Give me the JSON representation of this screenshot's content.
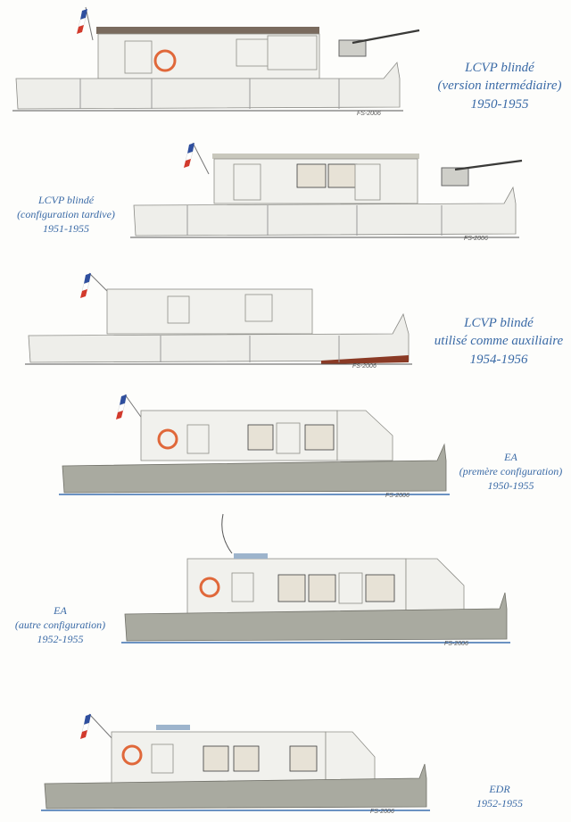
{
  "plates": [
    {
      "caption_lines": [
        "LCVP blindé",
        "(version intermédiaire)",
        "1950-1955"
      ],
      "credit": "FS-2006"
    },
    {
      "caption_lines": [
        "LCVP blindé",
        "(configuration tardive)",
        "1951-1955"
      ],
      "credit": "FS-2006"
    },
    {
      "caption_lines": [
        "LCVP blindé",
        "utilisé comme auxiliaire",
        "1954-1956"
      ],
      "credit": "FS-2006"
    },
    {
      "caption_lines": [
        "EA",
        "(premère configuration)",
        "1950-1955"
      ],
      "credit": "FS-2006"
    },
    {
      "caption_lines": [
        "EA",
        "(autre configuration)",
        "1952-1955"
      ],
      "credit": "FS-2006"
    },
    {
      "caption_lines": [
        "EDR",
        "1952-1955"
      ],
      "credit": "FS-2006"
    }
  ],
  "colors": {
    "caption_blue": "#3a6aa6",
    "flag_blue": "#2f4f9e",
    "flag_red": "#d23a2c",
    "ring_orange": "#e0683a"
  }
}
